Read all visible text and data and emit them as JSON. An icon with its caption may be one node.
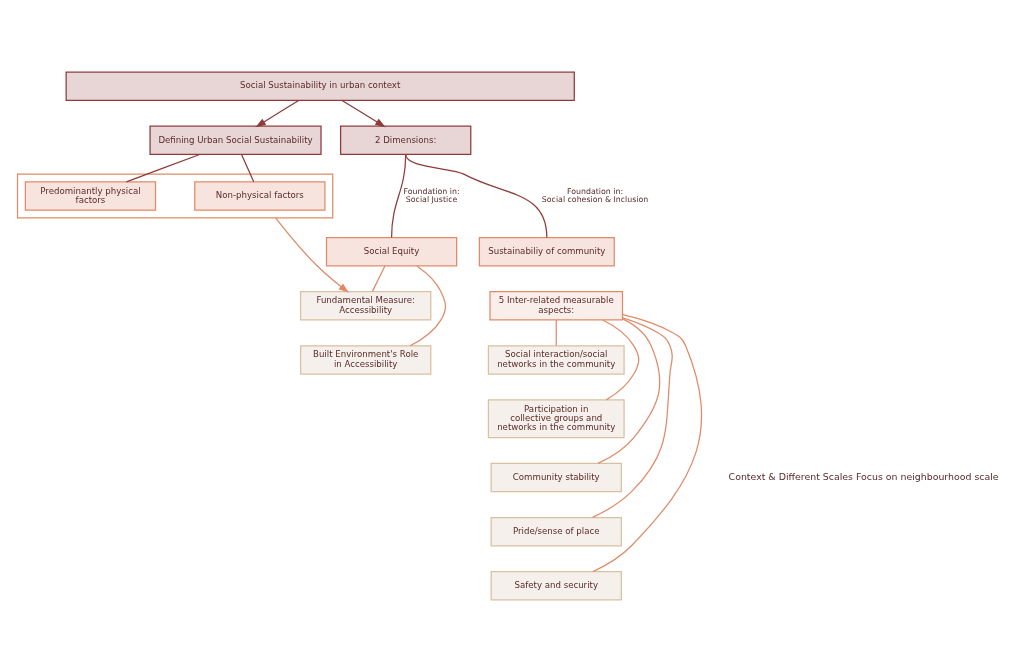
{
  "diagram": {
    "nodes": [
      {
        "text": [
          "Social Sustainability in urban context"
        ]
      },
      {
        "text": [
          "Defining Urban Social Sustainability"
        ]
      },
      {
        "text": [
          "2 Dimensions:"
        ]
      },
      {
        "text": [],
        "shape": "box"
      },
      {
        "text": [
          "Predominantly physical factors"
        ],
        "in": 3
      },
      {
        "text": [
          "Non-physical factors"
        ],
        "in": 3
      },
      {
        "text": [
          "Social Equity"
        ]
      },
      {
        "text": [
          "Fundamental Measure: Accessibility"
        ]
      },
      {
        "text": [
          "Built Environment's Role in Accessibility"
        ]
      },
      {
        "text": [
          "Sustainabiliy of community"
        ]
      },
      {
        "text": [
          "5 Inter-related measurable aspects:"
        ]
      },
      {
        "text": [
          "Social interaction/social networks in the community"
        ]
      },
      {
        "text": [
          "Participation in collective groups and networks in the community"
        ]
      },
      {
        "text": [
          "Community stability"
        ]
      },
      {
        "text": [
          "Pride/sense of place"
        ]
      },
      {
        "text": [
          "Safety and security"
        ]
      }
    ],
    "edges": [
      {
        "from": 0,
        "to": 1,
        "arrow": "to",
        "color": "#8e3b3a"
      },
      {
        "from": 0,
        "to": 2,
        "arrow": "to",
        "color": "#8e3b3a"
      },
      {
        "from": 1,
        "to": 4,
        "arrow": "none",
        "color": "#8e3b3a"
      },
      {
        "from": 1,
        "to": 5,
        "arrow": "none",
        "color": "#8e3b3a"
      },
      {
        "from": 2,
        "to": 6,
        "arrow": "none",
        "label": "Foundation in: Social Justice",
        "color": "#8e3b3a"
      },
      {
        "from": 2,
        "to": 9,
        "arrow": "none",
        "label": "Foundation in: Social cohesion & Inclusion",
        "color": "#8e3b3a"
      },
      {
        "from": 3,
        "to": 7,
        "arrow": "to"
      },
      {
        "from": 6,
        "to": 7,
        "arrow": "none"
      },
      {
        "from": 6,
        "to": 8,
        "arrow": "none"
      },
      {
        "from": 10,
        "to": 11,
        "arrow": "none"
      },
      {
        "from": 10,
        "to": 12,
        "arrow": "none"
      },
      {
        "from": 10,
        "to": 13,
        "arrow": "none"
      },
      {
        "from": 10,
        "to": 14,
        "arrow": "none"
      },
      {
        "from": 10,
        "to": 15,
        "arrow": "none"
      }
    ],
    "labels": [
      "Context & Different Scales Focus on neighbourhood scale"
    ]
  }
}
